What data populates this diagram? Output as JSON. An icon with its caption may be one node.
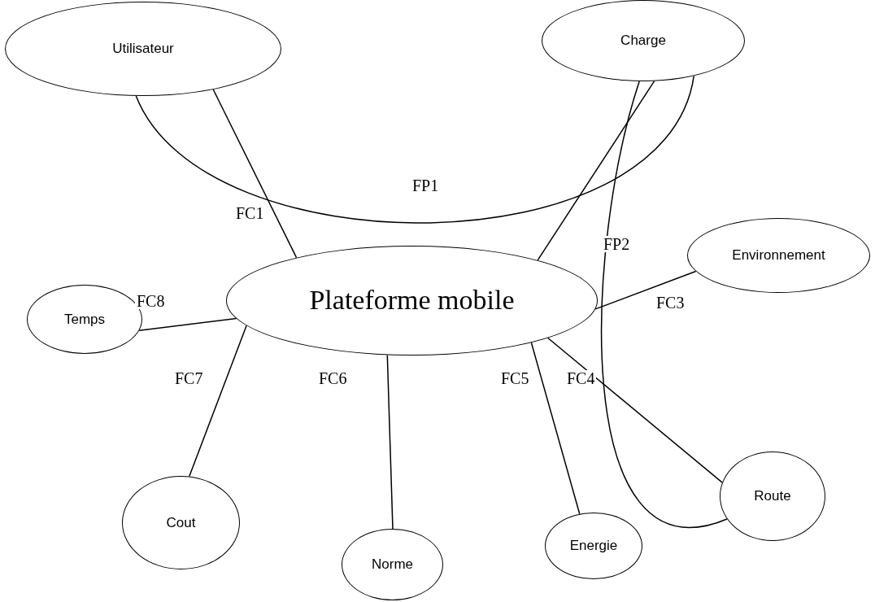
{
  "diagram": {
    "nodes": [
      {
        "text": [
          "Utilisateur"
        ]
      },
      {
        "text": [
          "Charge"
        ]
      },
      {
        "text": [
          "Plateforme mobile"
        ]
      },
      {
        "text": [
          "Environnement"
        ]
      },
      {
        "text": [
          "Temps"
        ]
      },
      {
        "text": [
          "Cout"
        ]
      },
      {
        "text": [
          "Norme"
        ]
      },
      {
        "text": [
          "Energie"
        ]
      },
      {
        "text": [
          "Route"
        ]
      }
    ],
    "edges": [
      {
        "from": 0,
        "to": 1,
        "arrow": "none",
        "label": "FP1"
      },
      {
        "from": 0,
        "to": 2,
        "arrow": "none",
        "label": "FC1"
      },
      {
        "from": 1,
        "to": 2,
        "arrow": "none"
      },
      {
        "from": 1,
        "to": 8,
        "arrow": "none",
        "label": "FP2"
      },
      {
        "from": 2,
        "to": 3,
        "arrow": "none",
        "label": "FC3"
      },
      {
        "from": 4,
        "to": 2,
        "arrow": "none",
        "label": "FC8"
      },
      {
        "from": 5,
        "to": 2,
        "arrow": "none",
        "label": "FC7"
      },
      {
        "from": 6,
        "to": 2,
        "arrow": "none",
        "label": "FC6"
      },
      {
        "from": 7,
        "to": 2,
        "arrow": "none",
        "label": "FC5"
      },
      {
        "from": 8,
        "to": 2,
        "arrow": "none",
        "label": "FC4"
      }
    ]
  }
}
